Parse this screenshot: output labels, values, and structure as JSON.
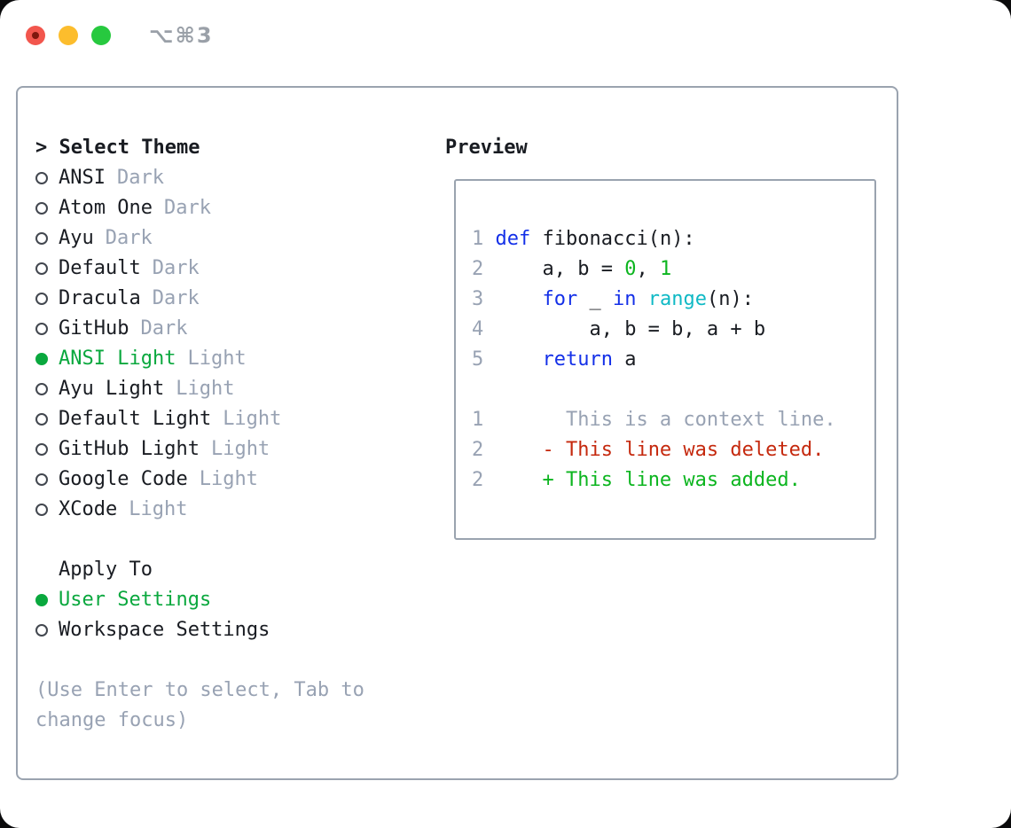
{
  "window": {
    "title": "⌥⌘3"
  },
  "colors": {
    "ink": "#191c22",
    "muted": "#98a2b3",
    "border": "#9aa3af",
    "select_green": "#0aa83e",
    "blue": "#1430e8",
    "cyan": "#0fb9c5",
    "green": "#0cb51f",
    "red": "#c5290e",
    "title_gray": "#9aa0a8",
    "dot_red": "#f2564d",
    "dot_red_inner": "#7f170d",
    "dot_yellow": "#fcbd2d",
    "dot_green": "#27c93f"
  },
  "theme_panel": {
    "header_prefix": "> ",
    "header": "Select Theme",
    "themes": [
      {
        "name": "ANSI",
        "tag": "Dark",
        "selected": false
      },
      {
        "name": "Atom One",
        "tag": "Dark",
        "selected": false
      },
      {
        "name": "Ayu",
        "tag": "Dark",
        "selected": false
      },
      {
        "name": "Default",
        "tag": "Dark",
        "selected": false
      },
      {
        "name": "Dracula",
        "tag": "Dark",
        "selected": false
      },
      {
        "name": "GitHub",
        "tag": "Dark",
        "selected": false
      },
      {
        "name": "ANSI Light",
        "tag": "Light",
        "selected": true
      },
      {
        "name": "Ayu Light",
        "tag": "Light",
        "selected": false
      },
      {
        "name": "Default Light",
        "tag": "Light",
        "selected": false
      },
      {
        "name": "GitHub Light",
        "tag": "Light",
        "selected": false
      },
      {
        "name": "Google Code",
        "tag": "Light",
        "selected": false
      },
      {
        "name": "XCode",
        "tag": "Light",
        "selected": false
      }
    ],
    "apply_header": "Apply To",
    "apply_options": [
      {
        "name": "User Settings",
        "selected": true
      },
      {
        "name": "Workspace Settings",
        "selected": false
      }
    ],
    "hint_lines": [
      "(Use Enter to select, Tab to",
      "change focus)"
    ]
  },
  "preview": {
    "header": "Preview",
    "lines": [
      {
        "num": "1",
        "segments": [
          [
            "def",
            "blue"
          ],
          [
            " fibonacci(n):",
            "ink"
          ]
        ]
      },
      {
        "num": "2",
        "segments": [
          [
            "    a, b = ",
            "ink"
          ],
          [
            "0",
            "green"
          ],
          [
            ", ",
            "ink"
          ],
          [
            "1",
            "green"
          ]
        ]
      },
      {
        "num": "3",
        "segments": [
          [
            "    ",
            "ink"
          ],
          [
            "for",
            "blue"
          ],
          [
            " _ ",
            "ink"
          ],
          [
            "in",
            "blue"
          ],
          [
            " ",
            "ink"
          ],
          [
            "range",
            "cyan"
          ],
          [
            "(n):",
            "ink"
          ]
        ]
      },
      {
        "num": "4",
        "segments": [
          [
            "        a, b = b, a + b",
            "ink"
          ]
        ]
      },
      {
        "num": "5",
        "segments": [
          [
            "    ",
            "ink"
          ],
          [
            "return",
            "blue"
          ],
          [
            " a",
            "ink"
          ]
        ]
      },
      {
        "num": "",
        "segments": []
      },
      {
        "num": "1",
        "segments": [
          [
            "      This is a context line.",
            "gray"
          ]
        ]
      },
      {
        "num": "2",
        "segments": [
          [
            "    ",
            "ink"
          ],
          [
            "- This line was deleted.",
            "red"
          ]
        ]
      },
      {
        "num": "2",
        "segments": [
          [
            "    ",
            "ink"
          ],
          [
            "+ This line was added.",
            "green"
          ]
        ]
      }
    ]
  }
}
